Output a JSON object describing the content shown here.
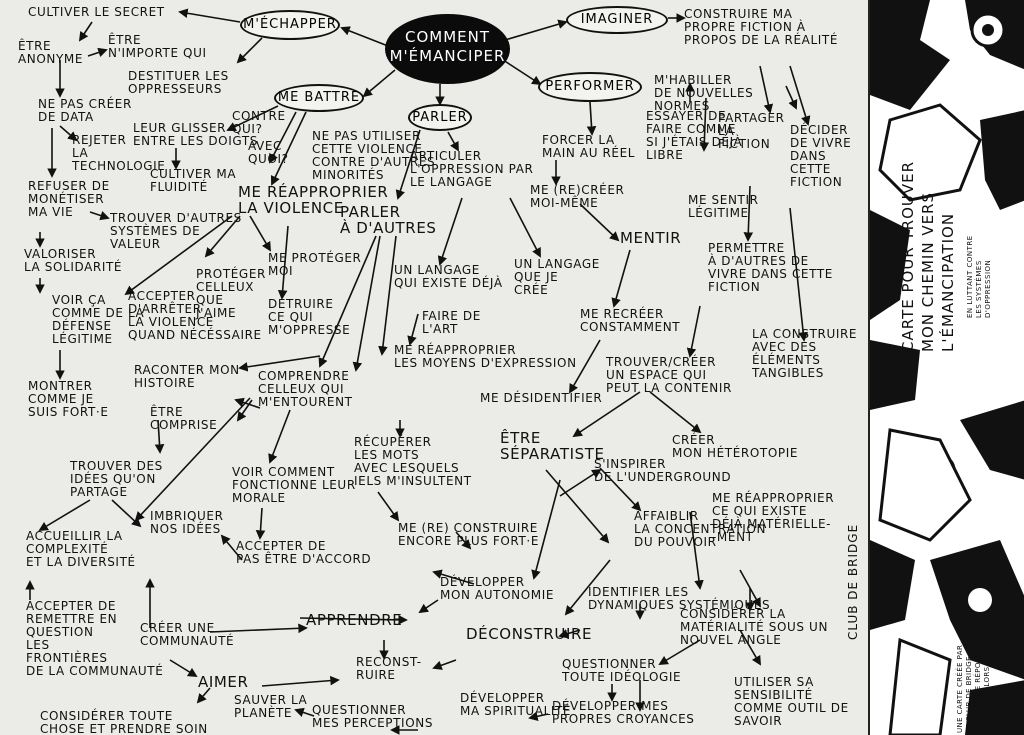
{
  "hub": "COMMENT\nM'ÉMANCIPER",
  "branches": {
    "mechapper": "M'ÉCHAPPER",
    "me_battre": "ME BATTRE",
    "parler": "PARLER",
    "performer": "PERFORMER",
    "imaginer": "IMAGINER"
  },
  "nodes": [
    "CULTIVER LE SECRET",
    "ÊTRE\nANONYME",
    "ÊTRE\nN'IMPORTE QUI",
    "DESTITUER LES\nOPPRESSEURS",
    "NE PAS CRÉER\nDE DATA",
    "REJETER\nLA\nTECHNOLOGIE",
    "LEUR GLISSER\nENTRE LES DOIGTS",
    "CONTRE\nQUI?",
    "AVEC\nQUOI?",
    "CULTIVER MA\nFLUIDITÉ",
    "NE PAS UTILISER\nCETTE VIOLENCE\nCONTRE D'AUTRES\nMINORITÉS",
    "REFUSER DE\nMONÉTISER\nMA VIE",
    "TROUVER D'AUTRES\nSYSTÈMES DE\nVALEUR",
    "ME RÉAPPROPRIER\nLA VIOLENCE",
    "VALORISER\nLA SOLIDARITÉ",
    "PROTÉGER\nCELLEUX\nQUE\nJ'AIME",
    "ME PROTÉGER\nMOI",
    "VOIR ÇA\nCOMME DE LA\nDÉFENSE\nLÉGITIME",
    "ACCEPTER\nD'ARRÊTER\nLA VIOLENCE\nQUAND NÉCÉSSAIRE",
    "DÉTRUIRE\nCE QUI\nM'OPPRESSE",
    "MONTRER\nCOMME JE\nSUIS FORT·E",
    "ARTICULER\nL'OPPRESSION PAR\nLE LANGAGE",
    "PARLER\nÀ D'AUTRES",
    "UN LANGAGE\nQUI EXISTE DÉJÀ",
    "UN LANGAGE\nQUE JE\nCRÉE",
    "FAIRE DE\nL'ART",
    "ME RÉAPPROPRIER\nLES MOYENS D'EXPRESSION",
    "RACONTER MON\nHISTOIRE",
    "ÊTRE\nCOMPRISE",
    "COMPRENDRE\nCELLEUX QUI\nM'ENTOURENT",
    "TROUVER DES\nIDÉES QU'ON\nPARTAGE",
    "VOIR COMMENT\nFONCTIONNE LEUR\nMORALE",
    "RÉCUPÉRER\nLES MOTS\nAVEC LESQUELS\nIELS M'INSULTENT",
    "ACCUEILLIR LA\nCOMPLEXITÉ\nET LA DIVERSITÉ",
    "IMBRIQUER\nNOS IDÉES",
    "ACCEPTER DE\nPAS ÊTRE D'ACCORD",
    "ME (RE) CONSTRUIRE\nENCORE PLUS FORT·E",
    "ACCEPTER DE\nREMETTRE EN\nQUESTION\nLES\nFRONTIÈRES\nDE LA COMMUNAUTÉ",
    "CRÉER UNE\nCOMMUNAUTÉ",
    "APPRENDRE",
    "DÉVELOPPER\nMON AUTONOMIE",
    "AIMER",
    "RECONST-\nRUIRE",
    "CONSIDÉRER TOUTE\nCHOSE ET PRENDRE SOIN",
    "SAUVER LA\nPLANÈTE",
    "QUESTIONNER\nMES PERCEPTIONS",
    "DÉVELOPPER\nMA SPIRITUALITÉ",
    "FORCER LA\nMAIN AU RÉEL",
    "ME (RE)CRÉER\nMOI-MÊME",
    "MENTIR",
    "ME RECRÉER\nCONSTAMMENT",
    "ME DÉSIDENTIFIER",
    "ÊTRE\nSÉPARATISTE",
    "S'INSPIRER\nDE L'UNDERGROUND",
    "AFFAIBLIR\nLA CONCENTRATION\nDU POUVOIR",
    "DÉCONSTRUIRE",
    "IDENTIFIER LES\nDYNAMIQUES SYSTÉMIQUES",
    "QUESTIONNER\nTOUTE IDÉOLOGIE",
    "DÉVELOPPER MES\nPROPRES CROYANCES",
    "CONSTRUIRE MA\nPROPRE FICTION À\nPROPOS DE LA RÉALITÉ",
    "M'HABILLER\nDE NOUVELLES\nNORMES",
    "ESSAYER DE\nFAIRE COMME\nSI J'ÉTAIS DÉJÀ\nLIBRE",
    "PARTAGER\nLA\nFICTION",
    "DÉCIDER\nDE VIVRE\nDANS\nCETTE\nFICTION",
    "ME SENTIR\nLÉGITIME",
    "PERMETTRE\nÀ D'AUTRES DE\nVIVRE DANS CETTE\nFICTION",
    "LA CONSTRUIRE\nAVEC DES\nÉLÉMENTS\nTANGIBLES",
    "TROUVER/CRÉER\nUN ESPACE QUI\nPEUT LA CONTENIR",
    "CRÉER\nMON HÉTÉROTOPIE",
    "ME RÉAPPROPRIER\nCE QUI EXISTE\nDÉJÀ MATÉRIELLE-\n-MENT",
    "CONSIDÉRER LA\nMATÉRIALITÉ SOUS UN\nNOUVEL ANGLE",
    "UTILISER SA\nSENSIBILITÉ\nCOMME OUTIL DE\nSAVOIR"
  ],
  "panel": {
    "title": "CARTE POUR TROUVER\nMON CHEMIN VERS\nL'ÉMANCIPATION",
    "subtitle": "EN LUTTANT CONTRE\nLES SYSTÈMES\nD'OPPRESSION",
    "credit": "UNE CARTE CRÉÉE PAR\nLE CLUB DE BRIDGE\nÀ PARTIR DE RÉPONSES\nRÉCOLTÉES LORS DU BRIDGE\nDEEP LOVE",
    "side_label": "CLUB DE BRIDGE"
  },
  "colors": {
    "ink": "#111111",
    "paper": "#ebebe8",
    "hub_fill": "#0b0b0b"
  },
  "icons": [
    "comic-figures-illustration"
  ]
}
